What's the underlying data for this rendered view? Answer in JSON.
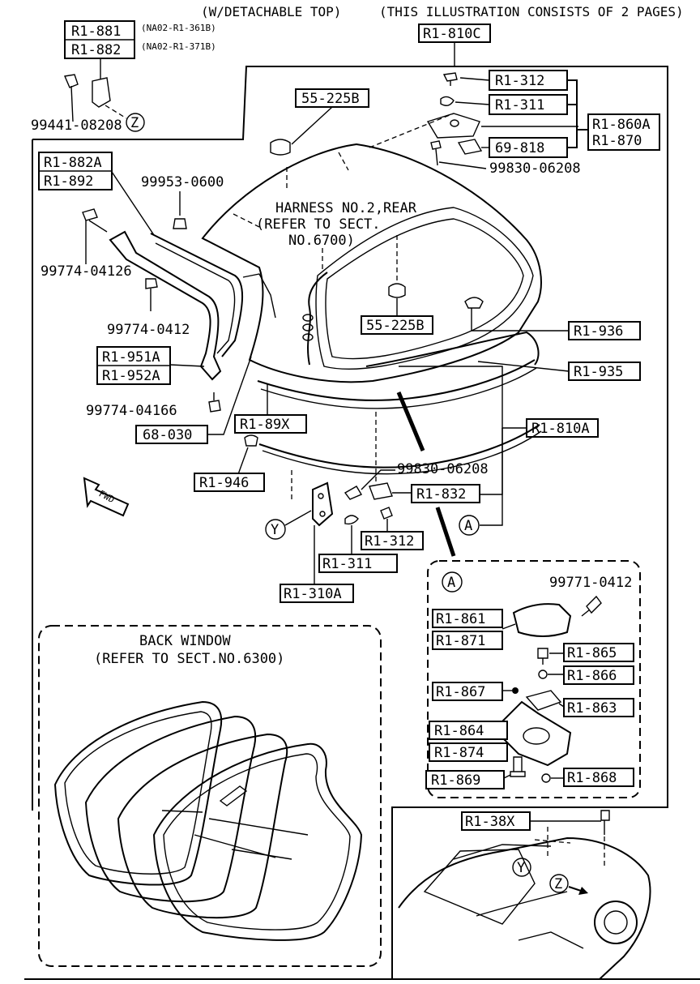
{
  "header": {
    "note_left": "(W/DETACHABLE TOP)",
    "note_right": "(THIS ILLUSTRATION CONSISTS OF  2 PAGES)"
  },
  "notes": {
    "harness_1": "HARNESS NO.2,REAR",
    "harness_2": "(REFER TO SECT.",
    "harness_3": "NO.6700)",
    "back_window_1": "BACK WINDOW",
    "back_window_2": "(REFER TO SECT.NO.6300)"
  },
  "fwd_label": "FWD",
  "markers": {
    "z": "Z",
    "y": "Y",
    "a": "A"
  },
  "applicability": {
    "r1_881": "(NA02-R1-361B)",
    "r1_882": "(NA02-R1-371B)"
  },
  "parts": {
    "r1_881": "R1-881",
    "r1_882": "R1-882",
    "r1_810c": "R1-810C",
    "p99441": "99441-08208",
    "p55_225b_top": "55-225B",
    "r1_312_top": "R1-312",
    "r1_311_top": "R1-311",
    "r1_860a": "R1-860A",
    "r1_870": "R1-870",
    "p69_818": "69-818",
    "p99830_top": "99830-06208",
    "r1_882a": "R1-882A",
    "r1_892": "R1-892",
    "p99953": "99953-0600",
    "p99774_04126": "99774-04126",
    "p99774_0412": "99774-0412",
    "r1_951a": "R1-951A",
    "r1_952a": "R1-952A",
    "p99774_04166": "99774-04166",
    "p68_030": "68-030",
    "r1_89x": "R1-89X",
    "p55_225b_mid": "55-225B",
    "r1_936": "R1-936",
    "r1_935": "R1-935",
    "r1_810a": "R1-810A",
    "r1_946": "R1-946",
    "p99830_bottom": "99830-06208",
    "r1_832": "R1-832",
    "r1_312_bottom": "R1-312",
    "r1_311_bottom": "R1-311",
    "r1_310a": "R1-310A",
    "p99771": "99771-0412",
    "r1_861": "R1-861",
    "r1_871": "R1-871",
    "r1_865": "R1-865",
    "r1_866": "R1-866",
    "r1_867": "R1-867",
    "r1_863": "R1-863",
    "r1_864": "R1-864",
    "r1_874": "R1-874",
    "r1_869": "R1-869",
    "r1_868": "R1-868",
    "r1_38x": "R1-38X"
  }
}
